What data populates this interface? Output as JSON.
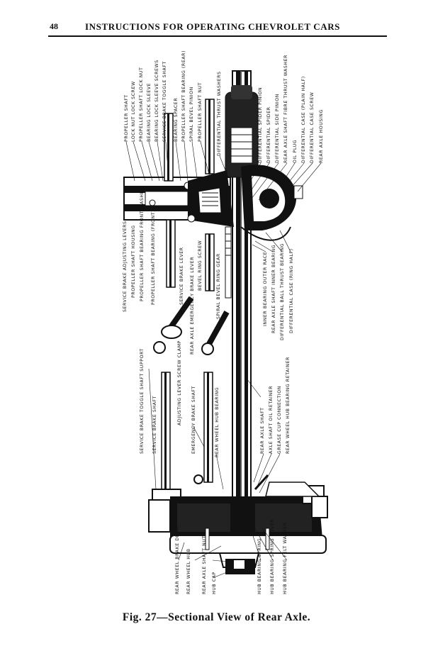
{
  "page": {
    "number": "48",
    "running_head": "INSTRUCTIONS FOR OPERATING CHEVROLET CARS"
  },
  "figure": {
    "caption": "Fig. 27—Sectional View of Rear Axle.",
    "labels_top": [
      "PROPELLER SHAFT",
      "LOCK NUT LOCK SCREW",
      "PROPELLER SHAFT LOCK NUT",
      "BEARING LOCK SLEEVE",
      "BEARING LOCK SLEEVE SCREWS",
      "SERVICE BRAKE TOGGLE SHAFT",
      "BEARING SPACER",
      "PROPELLER SHAFT BEARING (REAR)",
      "SPIRAL BEVEL PINION",
      "PROPELLER SHAFT NUT",
      "DIFFERENTIAL THRUST WASHERS",
      "DIFFERENTIAL SPIDER PINION",
      "DIFFERENTIAL SPIDER",
      "DIFFERENTIAL SIDE PINION",
      "REAR AXLE SHAFT FIBRE THRUST WASHER",
      "OIL PLUG",
      "DIFFERENTIAL CASE (PLAIN HALF)",
      "DIFFERENTIAL CASE SCREW",
      "REAR AXLE HOUSING"
    ],
    "labels_middle_left": [
      "SERVICE BRAKE ADJUSTING LEVERS",
      "PROPELLER SHAFT HOUSING",
      "PROPELLER SHAFT BEARING FRONT WASHER",
      "PROPELLER SHAFT BEARING (FRONT)",
      "SERVICE BRAKE LEVER",
      "BEVEL RING SCREW",
      "REAR AXLE EMERGENCY BRAKE LEVER",
      "SPIRAL BEVEL RING GEAR"
    ],
    "labels_middle_right": [
      "INNER BEARING OUTER RACE",
      "REAR AXLE SHAFT INNER BEARING",
      "DIFFERENTIAL BALL THRUST BEARING",
      "DIFFERENTIAL CASE (RING HALF)"
    ],
    "labels_lower_left": [
      "SERVICE BRAKE TOGGLE SHAFT SUPPORT",
      "SERVICE BRAKE SHAFT",
      "ADJUSTING LEVER SCREW CLAMP",
      "EMERGENCY BRAKE SHAFT",
      "REAR WHEEL HUB BEARING"
    ],
    "labels_lower_right": [
      "REAR AXLE SHAFT",
      "AXLE SHAFT OIL RETAINER",
      "GREASE CUP CONNECTION",
      "REAR WHEEL HUB BEARING RETAINER"
    ],
    "labels_bottom": [
      "REAR WHEEL BRAKE DRUM",
      "REAR WHEEL HUB",
      "REAR AXLE SHAFT NUT",
      "HUB CAP",
      "HUB BEARING SPRING",
      "HUB BEARING SPRING COVER",
      "HUB BEARING FELT WASHER"
    ]
  }
}
